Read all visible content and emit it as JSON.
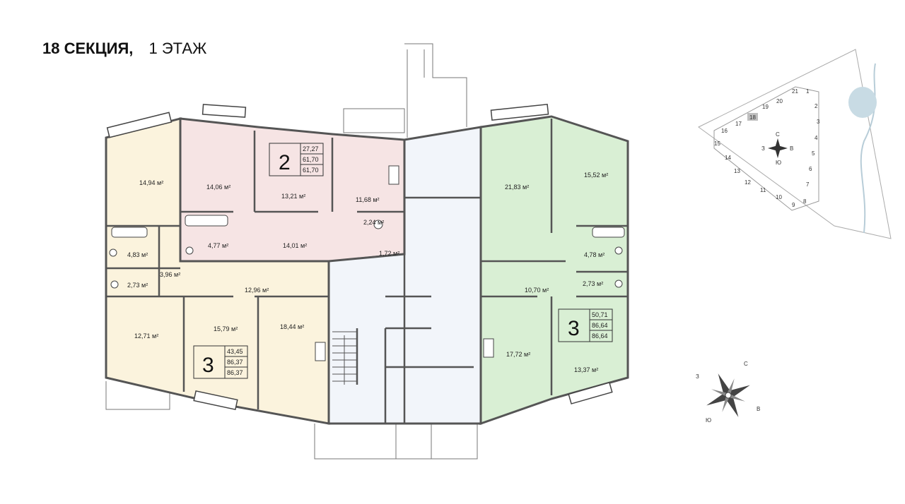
{
  "header": {
    "section_label": "18 СЕКЦИЯ,",
    "floor_label": "1 ЭТАЖ"
  },
  "colors": {
    "apt_left": "#fbf3dd",
    "apt_top": "#f6e4e4",
    "apt_right": "#d9efd4",
    "common": "#f2f5fa",
    "wall": "#555555"
  },
  "apartments": [
    {
      "id": "apt-2",
      "rooms": "2",
      "areas": [
        "27,27",
        "61,70",
        "61,70"
      ]
    },
    {
      "id": "apt-3-left",
      "rooms": "3",
      "areas": [
        "43,45",
        "86,37",
        "86,37"
      ]
    },
    {
      "id": "apt-3-right",
      "rooms": "3",
      "areas": [
        "50,71",
        "86,64",
        "86,64"
      ]
    }
  ],
  "rooms": [
    {
      "label": "14,94 м²"
    },
    {
      "label": "14,06 м²"
    },
    {
      "label": "13,21 м²"
    },
    {
      "label": "11,68 м²"
    },
    {
      "label": "2,24 м²"
    },
    {
      "label": "4,77 м²"
    },
    {
      "label": "14,01 м²"
    },
    {
      "label": "1,72 м²"
    },
    {
      "label": "4,83 м²"
    },
    {
      "label": "3,96 м²"
    },
    {
      "label": "2,73 м²"
    },
    {
      "label": "12,96 м²"
    },
    {
      "label": "12,71 м²"
    },
    {
      "label": "15,79 м²"
    },
    {
      "label": "18,44 м²"
    },
    {
      "label": "21,83 м²"
    },
    {
      "label": "15,52 м²"
    },
    {
      "label": "4,78 м²"
    },
    {
      "label": "10,70 м²"
    },
    {
      "label": "2,73 м²"
    },
    {
      "label": "17,72 м²"
    },
    {
      "label": "13,37 м²"
    }
  ],
  "site_map": {
    "building_numbers": [
      "1",
      "2",
      "3",
      "4",
      "5",
      "6",
      "7",
      "8",
      "9",
      "10",
      "11",
      "12",
      "13",
      "14",
      "15",
      "16",
      "17",
      "18",
      "19",
      "20",
      "21"
    ],
    "highlighted": "18",
    "compass": {
      "n": "С",
      "s": "Ю",
      "w": "З",
      "e": "В"
    }
  },
  "compass": {
    "n": "С",
    "s": "Ю",
    "w": "З",
    "e": "В"
  }
}
